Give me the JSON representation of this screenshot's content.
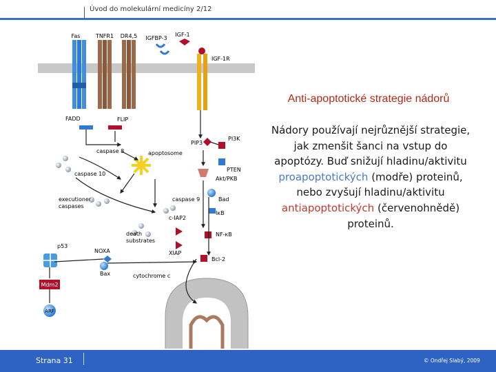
{
  "header": {
    "title": "Úvod do molekulární medicíny 2/12"
  },
  "slide": {
    "title": "Anti-apoptotické strategie nádorů",
    "body": {
      "part1": "Nádory používají nejrůznější strategie, jak zmenšit šanci na vstup do apoptózy. Buď snižují hladinu/aktivitu",
      "pro": "proapoptotických",
      "part2": "(modře) proteinů, nebo zvyšují hladinu/aktivitu",
      "anti": "antiapoptotických",
      "part3": "(červenohnědě) proteinů."
    }
  },
  "diagram": {
    "labels": {
      "fas": "Fas",
      "tnfr1": "TNFR1",
      "dr45": "DR4,5",
      "igfbp3": "IGFBP-3",
      "igf1": "IGF-1",
      "igf1r": "IGF-1R",
      "fadd": "FADD",
      "flip": "FLIP",
      "pip3": "PIP3",
      "pi3k": "PI3K",
      "caspase8": "caspase 8",
      "apoptosome": "apoptosome",
      "pten": "PTEN",
      "aktpkb": "Akt/PKB",
      "caspase10": "caspase 10",
      "executioner1": "executioner",
      "executioner2": "caspases",
      "caspase9": "caspase 9",
      "bad": "Bad",
      "ciap2": "c-IAP2",
      "ikb": "IκB",
      "death1": "death",
      "death2": "substrates",
      "nfkb": "NF-κB",
      "xiap": "XIAP",
      "p53": "p53",
      "noxa": "NOXA",
      "bcl2": "Bcl-2",
      "bax": "Bax",
      "cytochrome": "cytochrome c",
      "mdm2": "Mdm2",
      "arf": "ARF"
    }
  },
  "footer": {
    "page": "Strana 31",
    "copyright": "© Ondřej Slabý, 2009"
  }
}
